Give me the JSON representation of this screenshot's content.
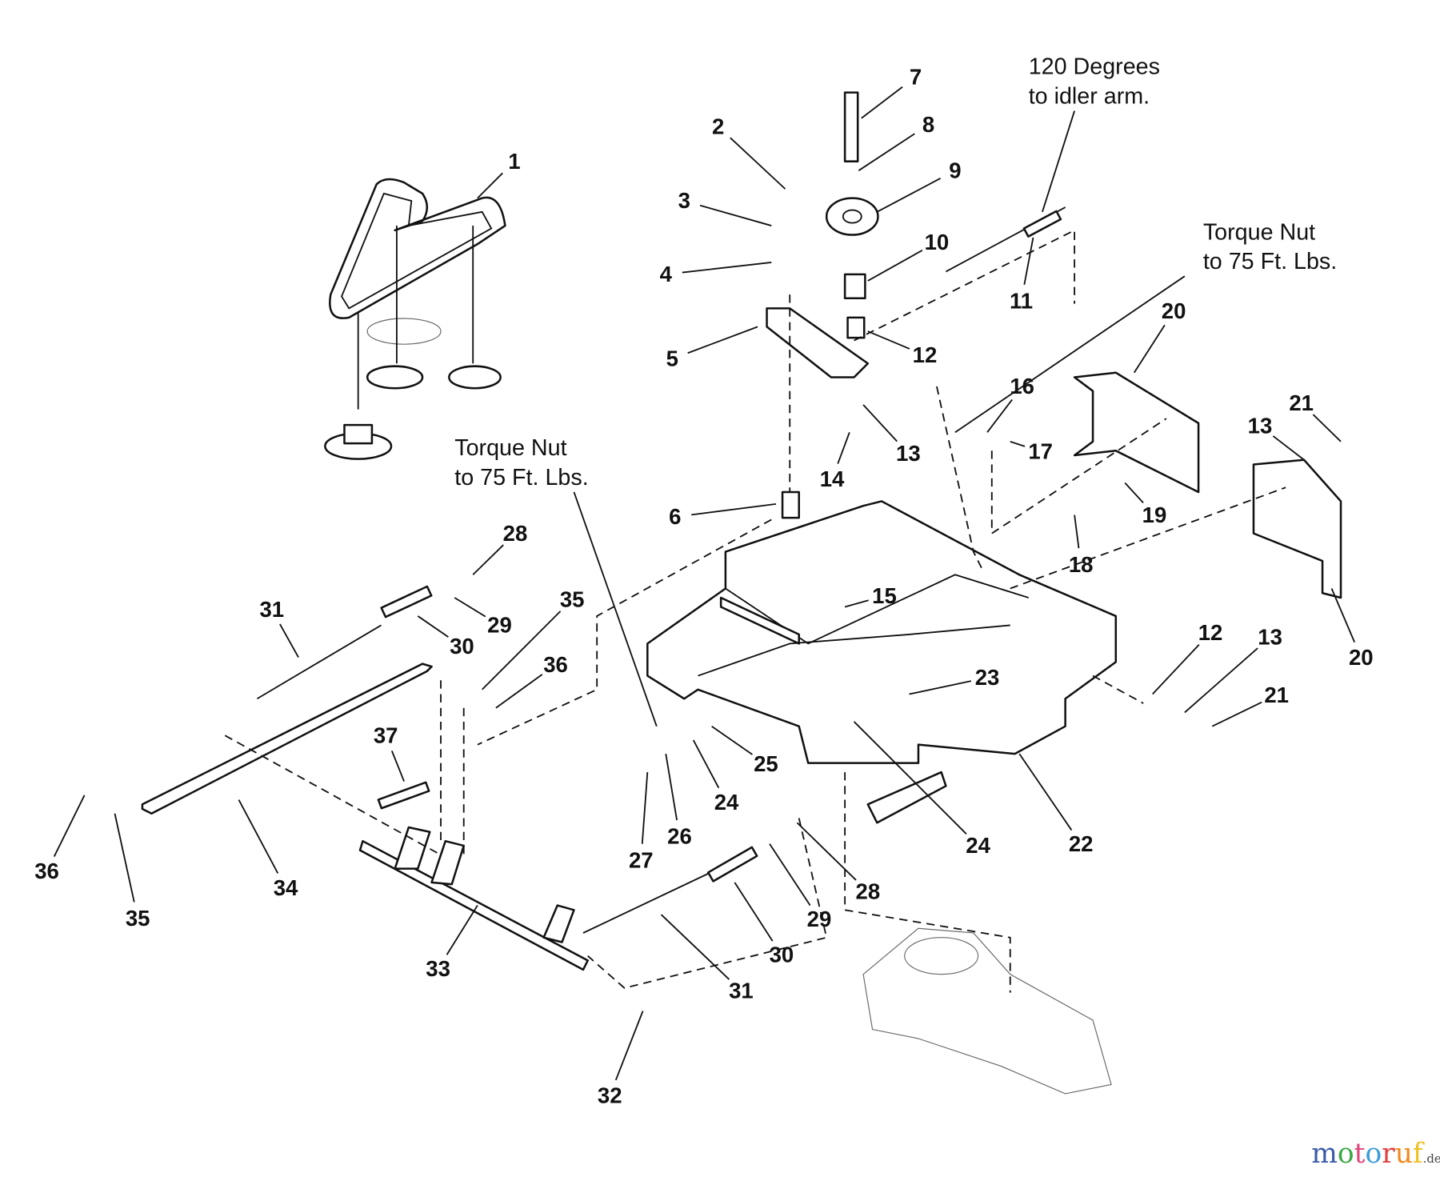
{
  "diagram": {
    "callouts": [
      "1",
      "2",
      "3",
      "4",
      "5",
      "6",
      "7",
      "8",
      "9",
      "10",
      "11",
      "12",
      "13",
      "14",
      "15",
      "16",
      "17",
      "18",
      "19",
      "20",
      "20",
      "21",
      "13",
      "12",
      "13",
      "21",
      "22",
      "23",
      "24",
      "24",
      "25",
      "26",
      "27",
      "28",
      "29",
      "30",
      "31",
      "35",
      "36",
      "37",
      "34",
      "36",
      "35",
      "33",
      "28",
      "29",
      "30",
      "31",
      "32"
    ],
    "notes": [
      {
        "line1": "120 Degrees",
        "line2": "to idler arm."
      },
      {
        "line1": "Torque Nut",
        "line2": "to 75 Ft. Lbs."
      },
      {
        "line1": "Torque Nut",
        "line2": "to 75 Ft. Lbs."
      }
    ],
    "watermark": {
      "brand": "motoruf",
      "suffix": ".de",
      "colors": [
        "#3b5ba8",
        "#3aa845",
        "#e0447a",
        "#3b9dd8",
        "#e04040",
        "#f08a1c",
        "#f0c020"
      ]
    }
  }
}
